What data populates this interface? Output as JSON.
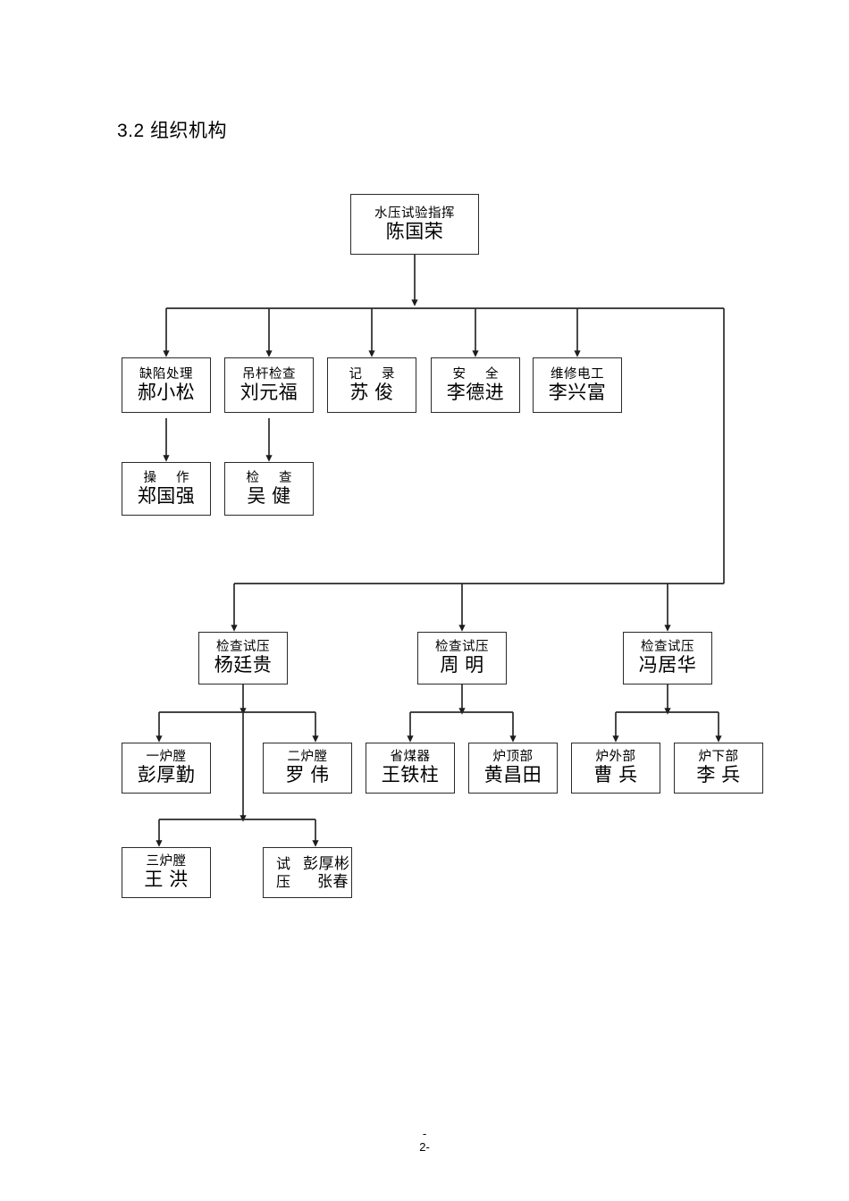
{
  "document": {
    "heading": "3.2 组织机构",
    "footer_line1": "-",
    "footer_line2": "2-"
  },
  "chart_meta": {
    "type": "org-chart",
    "line_color": "#2a2a2a",
    "box_border_color": "#2a2a2a",
    "background": "#ffffff"
  },
  "nodes": {
    "commander": {
      "role": "水压试验指挥",
      "name": "陈国荣"
    },
    "level2": [
      {
        "role": "缺陷处理",
        "name": "郝小松"
      },
      {
        "role": "吊杆检查",
        "name": "刘元福"
      },
      {
        "role": "记  录",
        "name": "苏  俊"
      },
      {
        "role": "安  全",
        "name": "李德进"
      },
      {
        "role": "维修电工",
        "name": "李兴富"
      }
    ],
    "level3": [
      {
        "role": "操  作",
        "name": "郑国强"
      },
      {
        "role": "检  查",
        "name": "吴  健"
      }
    ],
    "inspectors": [
      {
        "role": "检查试压",
        "name": "杨廷贵"
      },
      {
        "role": "检查试压",
        "name": "周  明"
      },
      {
        "role": "检查试压",
        "name": "冯居华"
      }
    ],
    "yang_children": [
      {
        "role": "一炉膛",
        "name": "彭厚勤"
      },
      {
        "role": "二炉膛",
        "name": "罗  伟"
      }
    ],
    "yang_grandchildren": [
      {
        "role": "三炉膛",
        "name": "王  洪"
      }
    ],
    "yang_split": {
      "label_line1": "试",
      "label_line2": "压",
      "value_line1": "彭厚彬",
      "value_line2": "张春"
    },
    "zhou_children": [
      {
        "role": "省煤器",
        "name": "王铁柱"
      },
      {
        "role": "炉顶部",
        "name": "黄昌田"
      }
    ],
    "feng_children": [
      {
        "role": "炉外部",
        "name": "曹  兵"
      },
      {
        "role": "炉下部",
        "name": "李  兵"
      }
    ]
  }
}
